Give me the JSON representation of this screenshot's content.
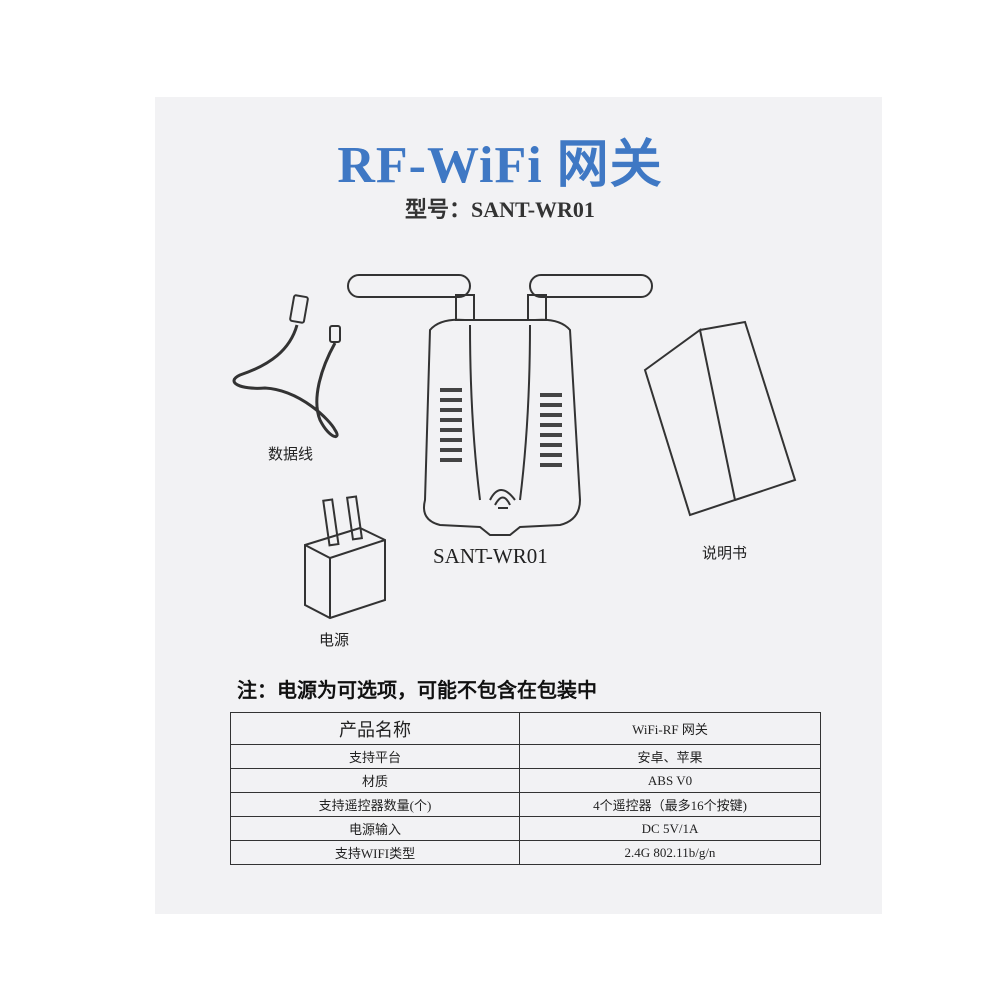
{
  "title": "RF-WiFi 网关",
  "model_line": "型号：SANT-WR01",
  "items": {
    "cable": "数据线",
    "device": "SANT-WR01",
    "power": "电源",
    "manual": "说明书"
  },
  "note": "注：电源为可选项，可能不包含在包装中",
  "specs": [
    {
      "label": "产品名称",
      "value": "WiFi-RF 网关"
    },
    {
      "label": "支持平台",
      "value": "安卓、苹果"
    },
    {
      "label": "材质",
      "value": "ABS V0"
    },
    {
      "label": "支持遥控器数量(个)",
      "value": "4个遥控器（最多16个按键)"
    },
    {
      "label": "电源输入",
      "value": "DC 5V/1A"
    },
    {
      "label": "支持WIFI类型",
      "value": "2.4G 802.11b/g/n"
    }
  ],
  "colors": {
    "title": "#3f78c4",
    "card": "#f2f2f4"
  }
}
